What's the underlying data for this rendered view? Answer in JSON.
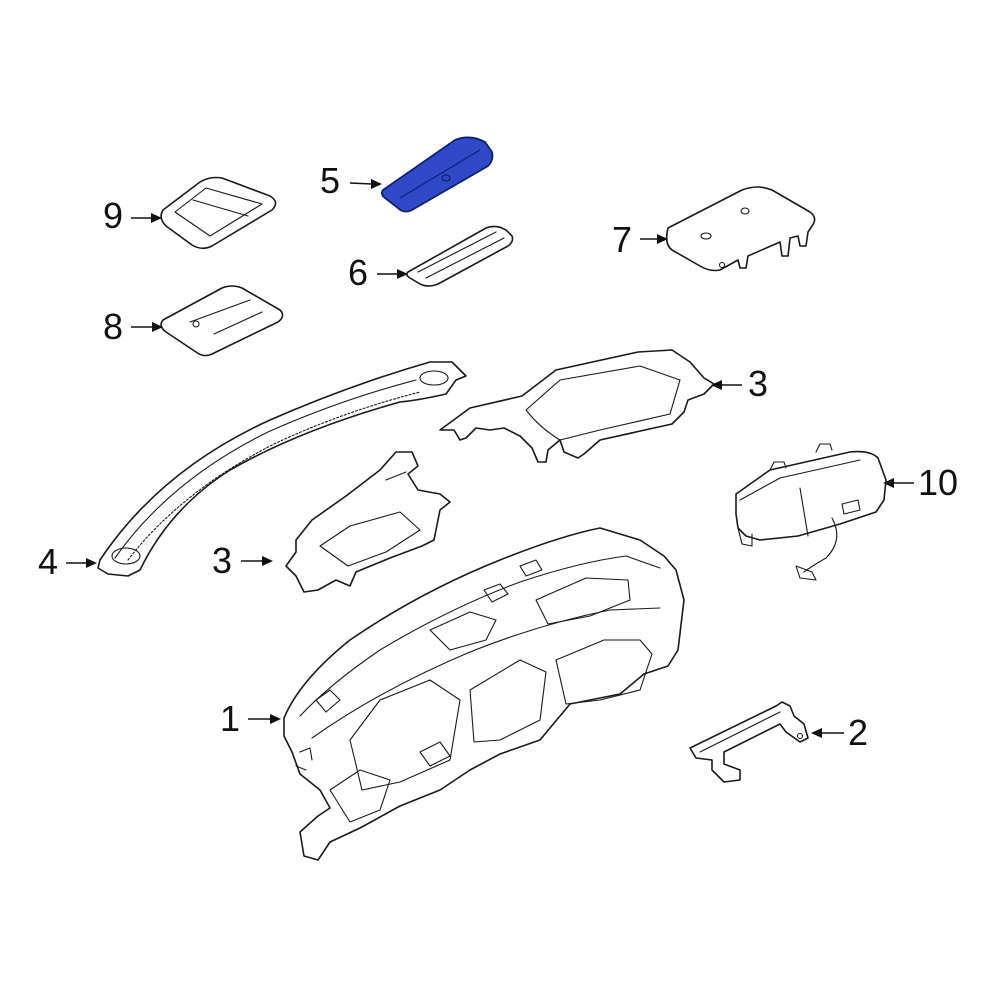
{
  "colors": {
    "line": "#1a1a1a",
    "highlight_fill": "#2f49c8",
    "highlight_stroke": "#10226e",
    "background": "#ffffff"
  },
  "callouts": {
    "c1": "1",
    "c2": "2",
    "c3a": "3",
    "c3b": "3",
    "c4": "4",
    "c5": "5",
    "c6": "6",
    "c7": "7",
    "c8": "8",
    "c9": "9",
    "c10": "10"
  },
  "highlighted_part": "5"
}
